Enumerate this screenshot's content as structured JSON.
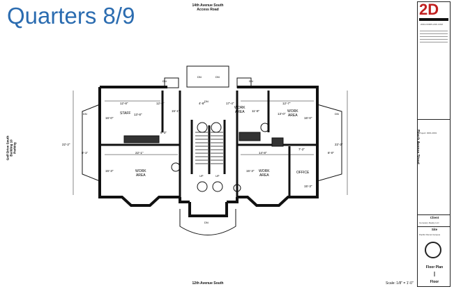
{
  "slide": {
    "title": "Quarters 8/9"
  },
  "plan": {
    "roads": {
      "top_line1": "14th Avenue South",
      "top_line2": "Access Road",
      "bottom": "12th Avenue South",
      "left_line1": "Golf Drive South",
      "left_line2": "Building 10",
      "left_line3": "Parking",
      "right": "Beech Avenue Street"
    },
    "rooms": [
      {
        "id": "staff",
        "label": "STAFF"
      },
      {
        "id": "work-tr",
        "label1": "WORK",
        "label2": "AREA"
      },
      {
        "id": "work-right",
        "label1": "WORK",
        "label2": "AREA"
      },
      {
        "id": "work-bl",
        "label1": "WORK",
        "label2": "AREA"
      },
      {
        "id": "work-bc",
        "label1": "WORK",
        "label2": "AREA"
      },
      {
        "id": "office",
        "label": "OFFICE"
      }
    ],
    "dimensions": {
      "d1": "12'-8\"",
      "d2": "13'-8\"",
      "d3": "16'-0\"",
      "d4": "12'-8\"",
      "d5": "15'-1\"",
      "d6": "17'-4\"",
      "d7": "11'-8\"",
      "d8": "12'-7\"",
      "d9": "13'-0\"",
      "d10": "16'-0\"",
      "d11": "22'-2\"",
      "d12": "8'-1\"",
      "d13": "22'-1\"",
      "d14": "9'-3\"",
      "d15": "15'-3\"",
      "d16": "15'-3\"",
      "d17": "14'-8\"",
      "d18": "7'-2\"",
      "d19": "22'-2\"",
      "d20": "8'-0\"",
      "d21": "15'-3\"",
      "d22": "4'-8\""
    },
    "stair_labels": {
      "up1": "UP",
      "up2": "UP",
      "dn1": "DN",
      "dn2": "DN",
      "dn3": "DN",
      "dn4": "DN",
      "dn5": "DN",
      "dn6": "DN",
      "dn7": "DN",
      "dn8": "DN"
    }
  },
  "title_block": {
    "logo": "2D",
    "website": "2DFLOORPLANS.COM",
    "project_label": "Project: 0001-0001",
    "client_label": "Client",
    "client_name": "Cemetery Realty LLC",
    "site_label": "Site",
    "site_name": "Pacific Parcel Campus",
    "sheet_name": "Floor Plan",
    "sheet_number": "I",
    "floor_label": "Floor",
    "scale": "Scale: 1/8\" = 1'-0\""
  }
}
